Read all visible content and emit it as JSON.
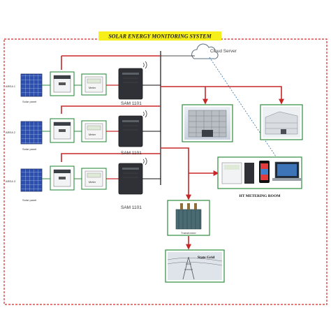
{
  "title": "SOLAR ENERGY MONITORING SYSTEM",
  "cloud": {
    "label": "Cloud Server"
  },
  "areas": [
    {
      "area_label": "AREA 1",
      "panel_label": "Solar panel",
      "inverter_label": "",
      "meter_label": "Meter",
      "device_label": "SAM 1101"
    },
    {
      "area_label": "AREA 2",
      "panel_label": "Solar panel",
      "inverter_label": "",
      "meter_label": "Meter",
      "device_label": "SAM 1101"
    },
    {
      "area_label": "AREA 3",
      "panel_label": "Solar panel",
      "inverter_label": "",
      "meter_label": "Meter",
      "device_label": "SAM 1101"
    }
  ],
  "ht_metering": {
    "label": "HT METERING ROOM"
  },
  "transformer": {
    "label": "Transformer"
  },
  "grid": {
    "label": "State Grid"
  },
  "colors": {
    "title_bg": "#f6ef1a",
    "frame_dash": "#d62828",
    "power_line": "#c62828",
    "box_border": "#2e8b3e",
    "bus": "#111111",
    "cloud_link": "#2a6ea8"
  }
}
